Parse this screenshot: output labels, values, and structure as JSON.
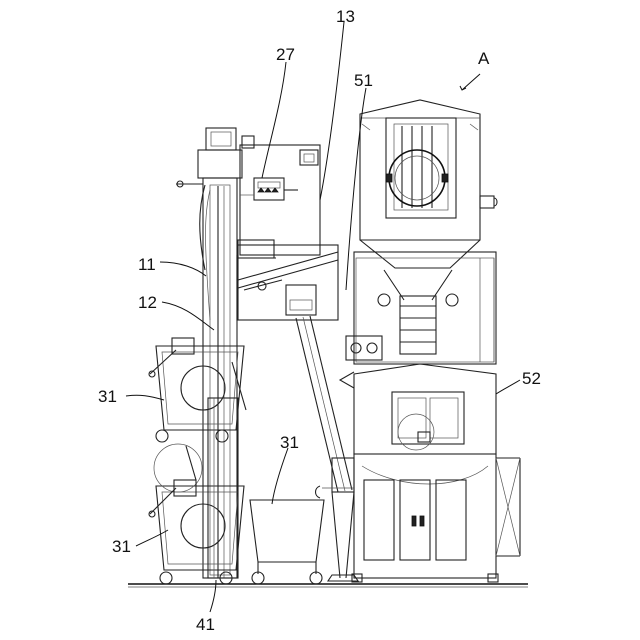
{
  "labels": {
    "ref_13": "13",
    "ref_27": "27",
    "ref_51": "51",
    "ref_A": "A",
    "ref_11": "11",
    "ref_12": "12",
    "ref_52": "52",
    "ref_31_upper": "31",
    "ref_31_middle": "31",
    "ref_31_lower": "31",
    "ref_41": "41"
  }
}
